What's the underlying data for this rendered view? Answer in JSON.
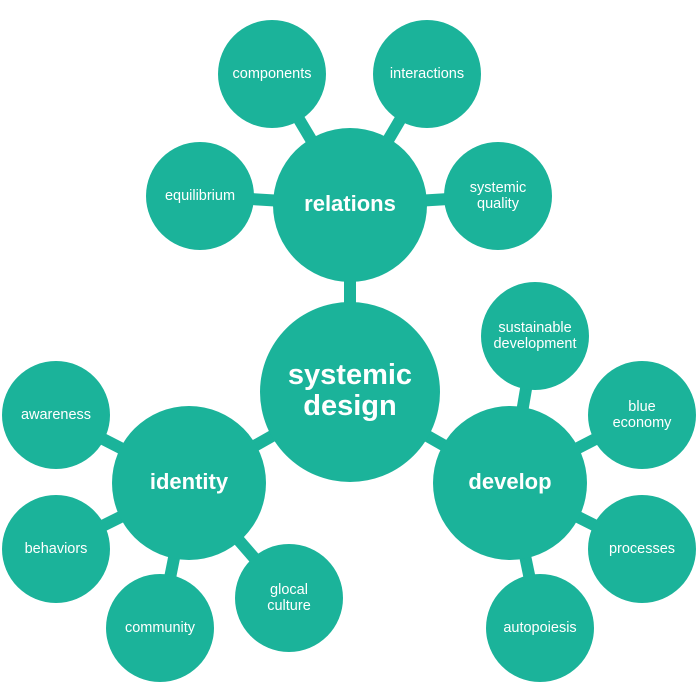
{
  "diagram": {
    "center": {
      "id": "center",
      "lines": [
        "systemic",
        "design"
      ]
    },
    "hubs": [
      {
        "id": "relations",
        "lines": [
          "relations"
        ]
      },
      {
        "id": "identity",
        "lines": [
          "identity"
        ]
      },
      {
        "id": "develop",
        "lines": [
          "develop"
        ]
      }
    ],
    "leaves": [
      {
        "id": "components",
        "hub": "relations",
        "lines": [
          "components"
        ]
      },
      {
        "id": "interactions",
        "hub": "relations",
        "lines": [
          "interactions"
        ]
      },
      {
        "id": "equilibrium",
        "hub": "relations",
        "lines": [
          "equilibrium"
        ]
      },
      {
        "id": "systemic-quality",
        "hub": "relations",
        "lines": [
          "systemic",
          "quality"
        ]
      },
      {
        "id": "awareness",
        "hub": "identity",
        "lines": [
          "awareness"
        ]
      },
      {
        "id": "behaviors",
        "hub": "identity",
        "lines": [
          "behaviors"
        ]
      },
      {
        "id": "community",
        "hub": "identity",
        "lines": [
          "community"
        ]
      },
      {
        "id": "glocal-culture",
        "hub": "identity",
        "lines": [
          "glocal",
          "culture"
        ]
      },
      {
        "id": "sustainable-development",
        "hub": "develop",
        "lines": [
          "sustainable",
          "development"
        ]
      },
      {
        "id": "blue-economy",
        "hub": "develop",
        "lines": [
          "blue",
          "economy"
        ]
      },
      {
        "id": "processes",
        "hub": "develop",
        "lines": [
          "processes"
        ]
      },
      {
        "id": "autopoiesis",
        "hub": "develop",
        "lines": [
          "autopoiesis"
        ]
      }
    ],
    "colors": {
      "node": "#1bb39a",
      "text": "#ffffff"
    }
  }
}
